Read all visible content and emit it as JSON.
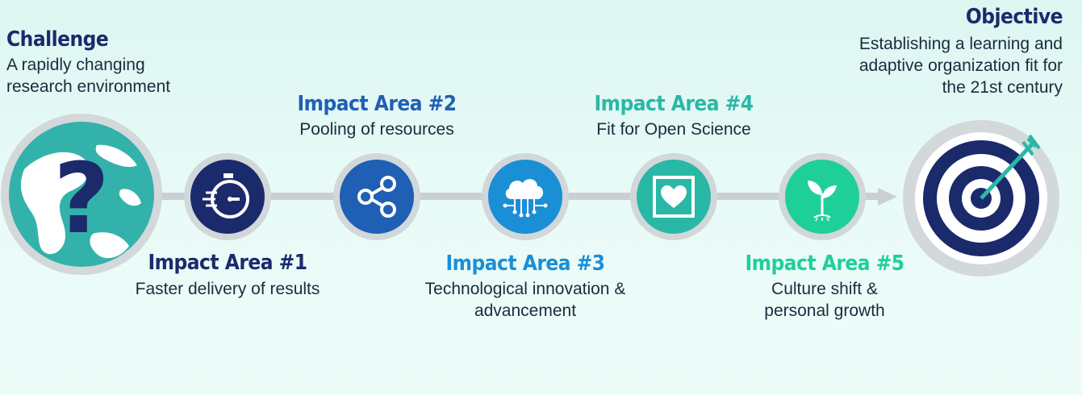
{
  "challenge": {
    "title": "Challenge",
    "description": "A rapidly changing\nresearch environment",
    "icon": "globe-question-icon"
  },
  "objective": {
    "title": "Objective",
    "description": "Establishing a learning and\nadaptive organization fit for\nthe 21st century",
    "icon": "target-arrow-icon"
  },
  "impact_areas": [
    {
      "title": "Impact Area #1",
      "description": "Faster delivery of results",
      "icon": "stopwatch-icon",
      "color": "#1b2a6b"
    },
    {
      "title": "Impact Area #2",
      "description": "Pooling of resources",
      "icon": "share-icon",
      "color": "#1f5fb4"
    },
    {
      "title": "Impact Area #3",
      "description": "Technological innovation &\nadvancement",
      "icon": "cloud-network-icon",
      "color": "#1a8fd6"
    },
    {
      "title": "Impact Area #4",
      "description": "Fit for Open Science",
      "icon": "heart-frame-icon",
      "color": "#29b8a6"
    },
    {
      "title": "Impact Area #5",
      "description": "Culture shift &\npersonal growth",
      "icon": "sprout-icon",
      "color": "#1fcf9a"
    }
  ]
}
